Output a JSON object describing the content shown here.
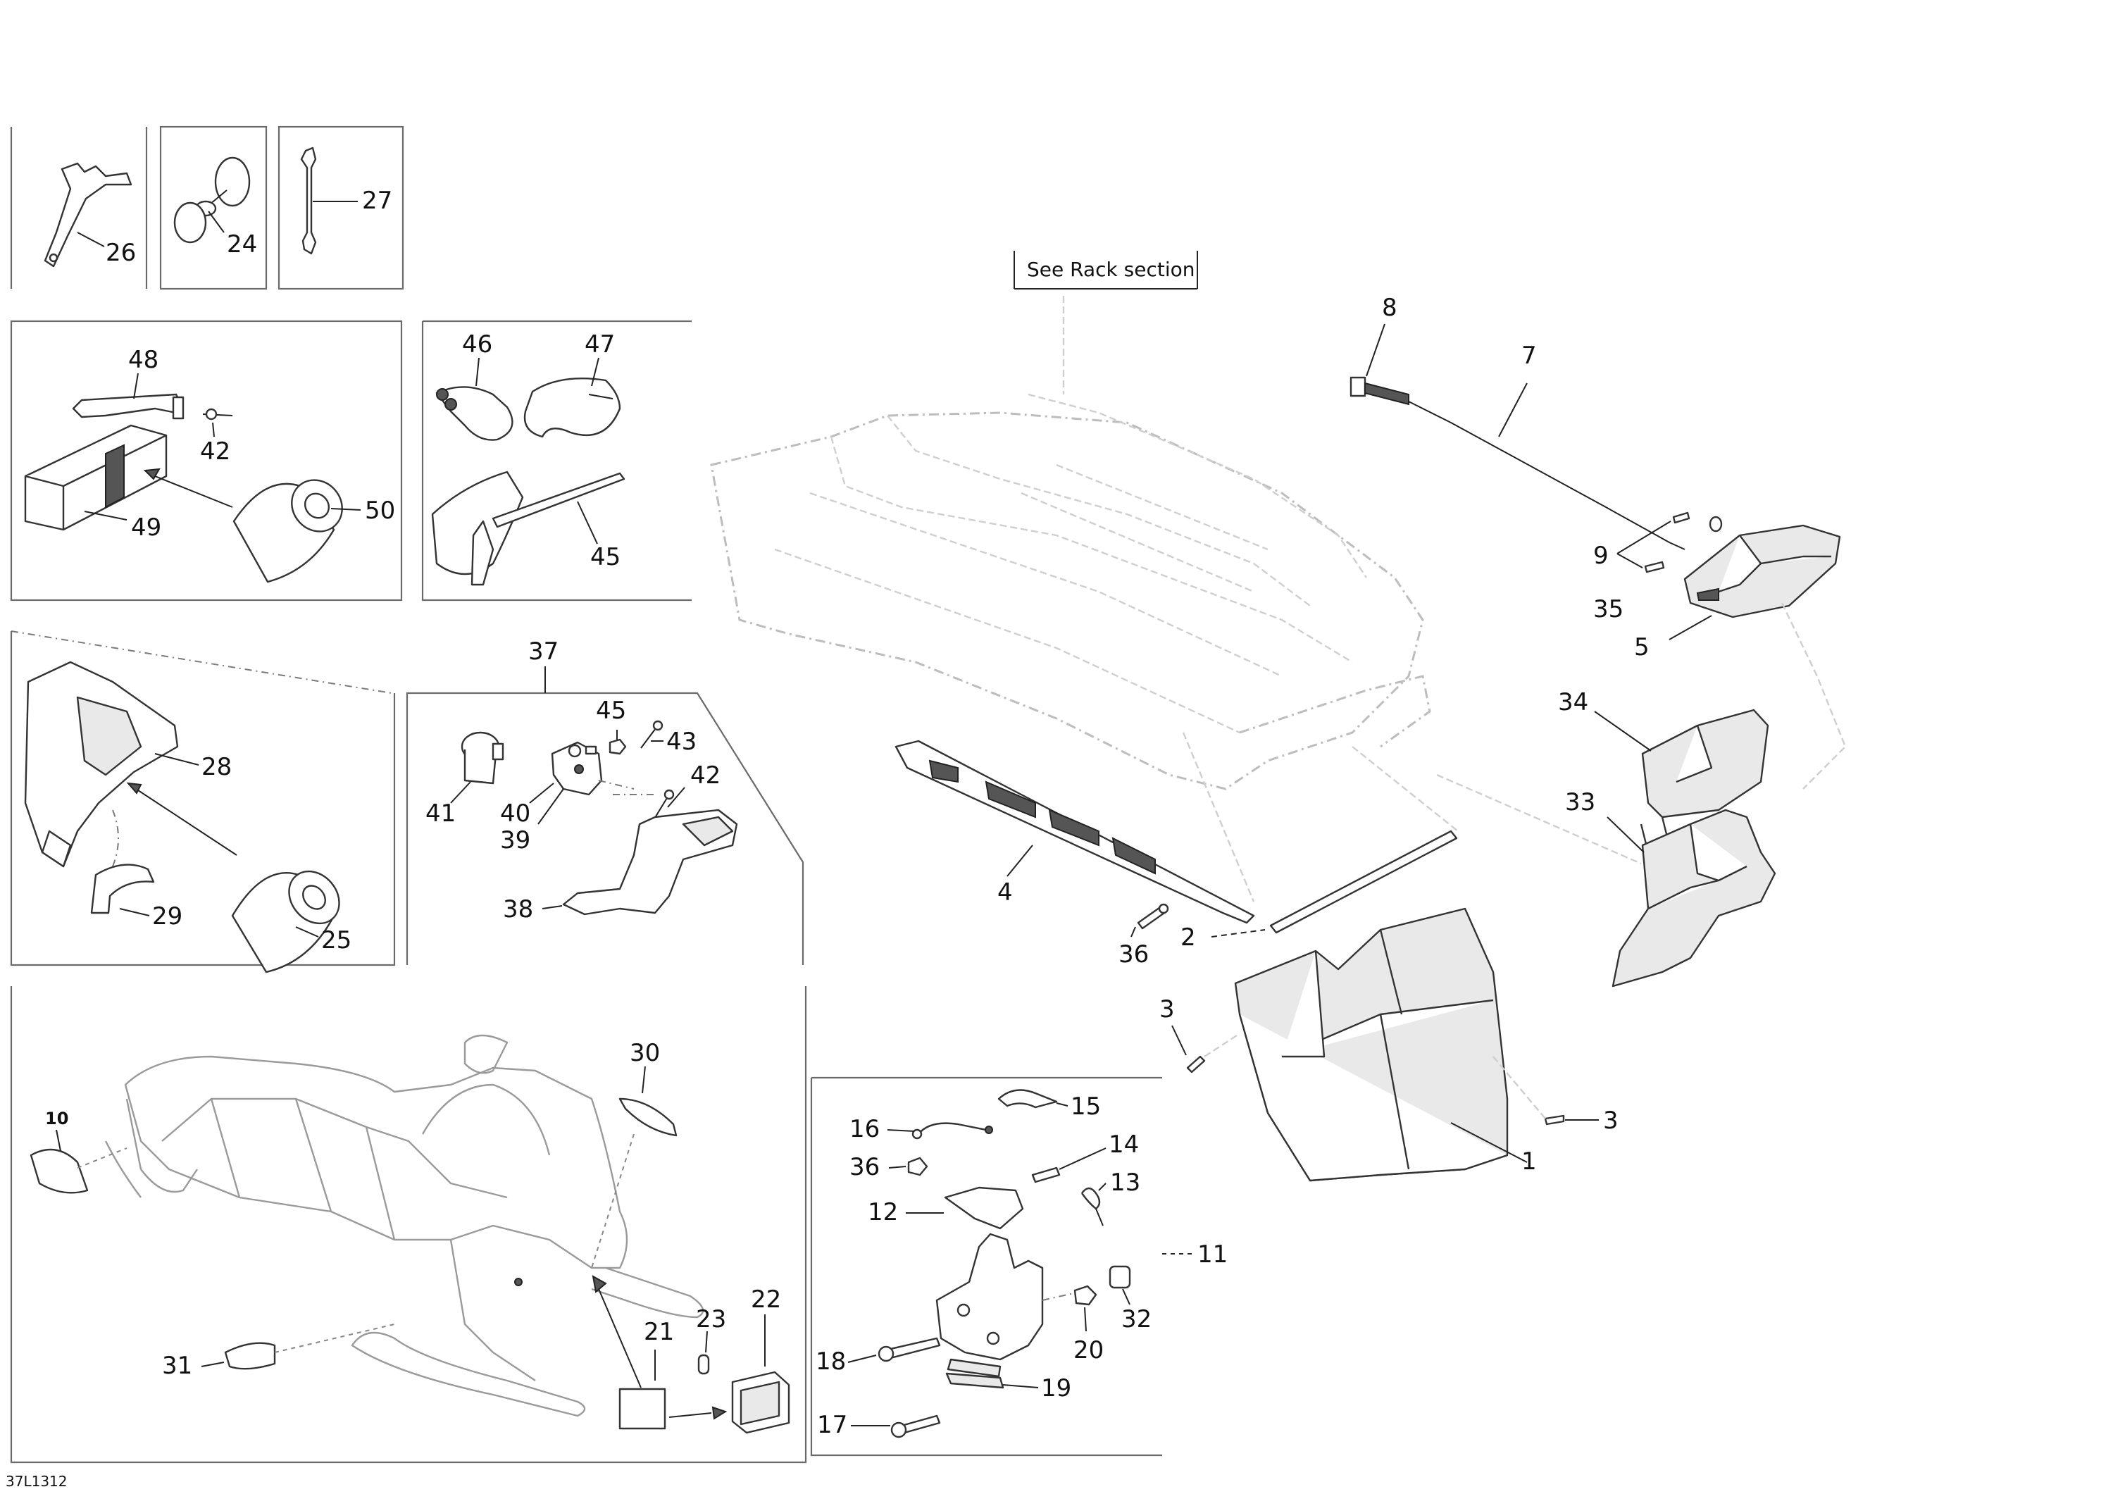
{
  "figure_code": "37L1312",
  "rack_note": "See Rack section",
  "callouts": {
    "c1": "1",
    "c2": "2",
    "c3a": "3",
    "c3b": "3",
    "c4": "4",
    "c5": "5",
    "c7": "7",
    "c8": "8",
    "c9": "9",
    "c10": "10",
    "c11": "11",
    "c12": "12",
    "c13": "13",
    "c14": "14",
    "c15": "15",
    "c16": "16",
    "c17": "17",
    "c18": "18",
    "c19": "19",
    "c20": "20",
    "c21": "21",
    "c22": "22",
    "c23": "23",
    "c24": "24",
    "c25": "25",
    "c26": "26",
    "c27": "27",
    "c28": "28",
    "c29": "29",
    "c30": "30",
    "c31": "31",
    "c32": "32",
    "c33": "33",
    "c34": "34",
    "c35": "35",
    "c36a": "36",
    "c36b": "36",
    "c37": "37",
    "c38": "38",
    "c39": "39",
    "c40": "40",
    "c41": "41",
    "c42a": "42",
    "c42b": "42",
    "c43": "43",
    "c45a": "45",
    "c45b": "45",
    "c46": "46",
    "c47": "47",
    "c48": "48",
    "c49": "49",
    "c50": "50"
  }
}
